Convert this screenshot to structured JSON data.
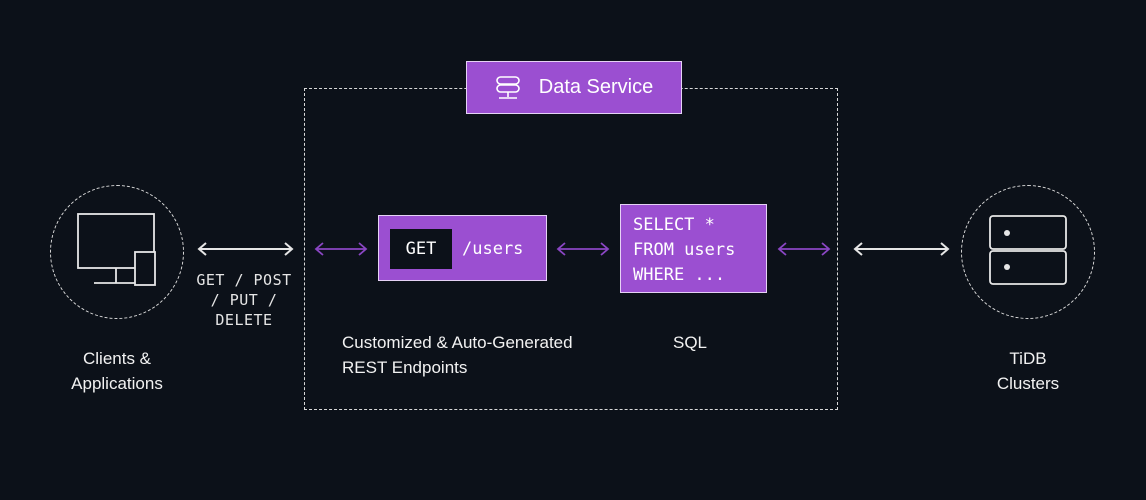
{
  "data_service": {
    "title": "Data Service",
    "icon": "server-stack-icon"
  },
  "clients": {
    "label_line1": "Clients &",
    "label_line2": "Applications",
    "icon": "monitor-and-phone-icon"
  },
  "http_methods": {
    "line1": "GET / POST",
    "line2": "/ PUT /",
    "line3": "DELETE"
  },
  "endpoint": {
    "method": "GET",
    "path": "/users",
    "caption_line1": "Customized & Auto-Generated",
    "caption_line2": "REST Endpoints"
  },
  "sql": {
    "line1": "SELECT *",
    "line2": "FROM users",
    "line3": "WHERE ...",
    "caption": "SQL"
  },
  "tidb": {
    "label_line1": "TiDB",
    "label_line2": "Clusters",
    "icon": "database-server-icon"
  },
  "colors": {
    "background": "#0c1119",
    "accent": "#9b4fd1",
    "accent_border": "#e6d2f5",
    "arrow_white": "#e6e6e6",
    "arrow_purple": "#8b46c4"
  }
}
